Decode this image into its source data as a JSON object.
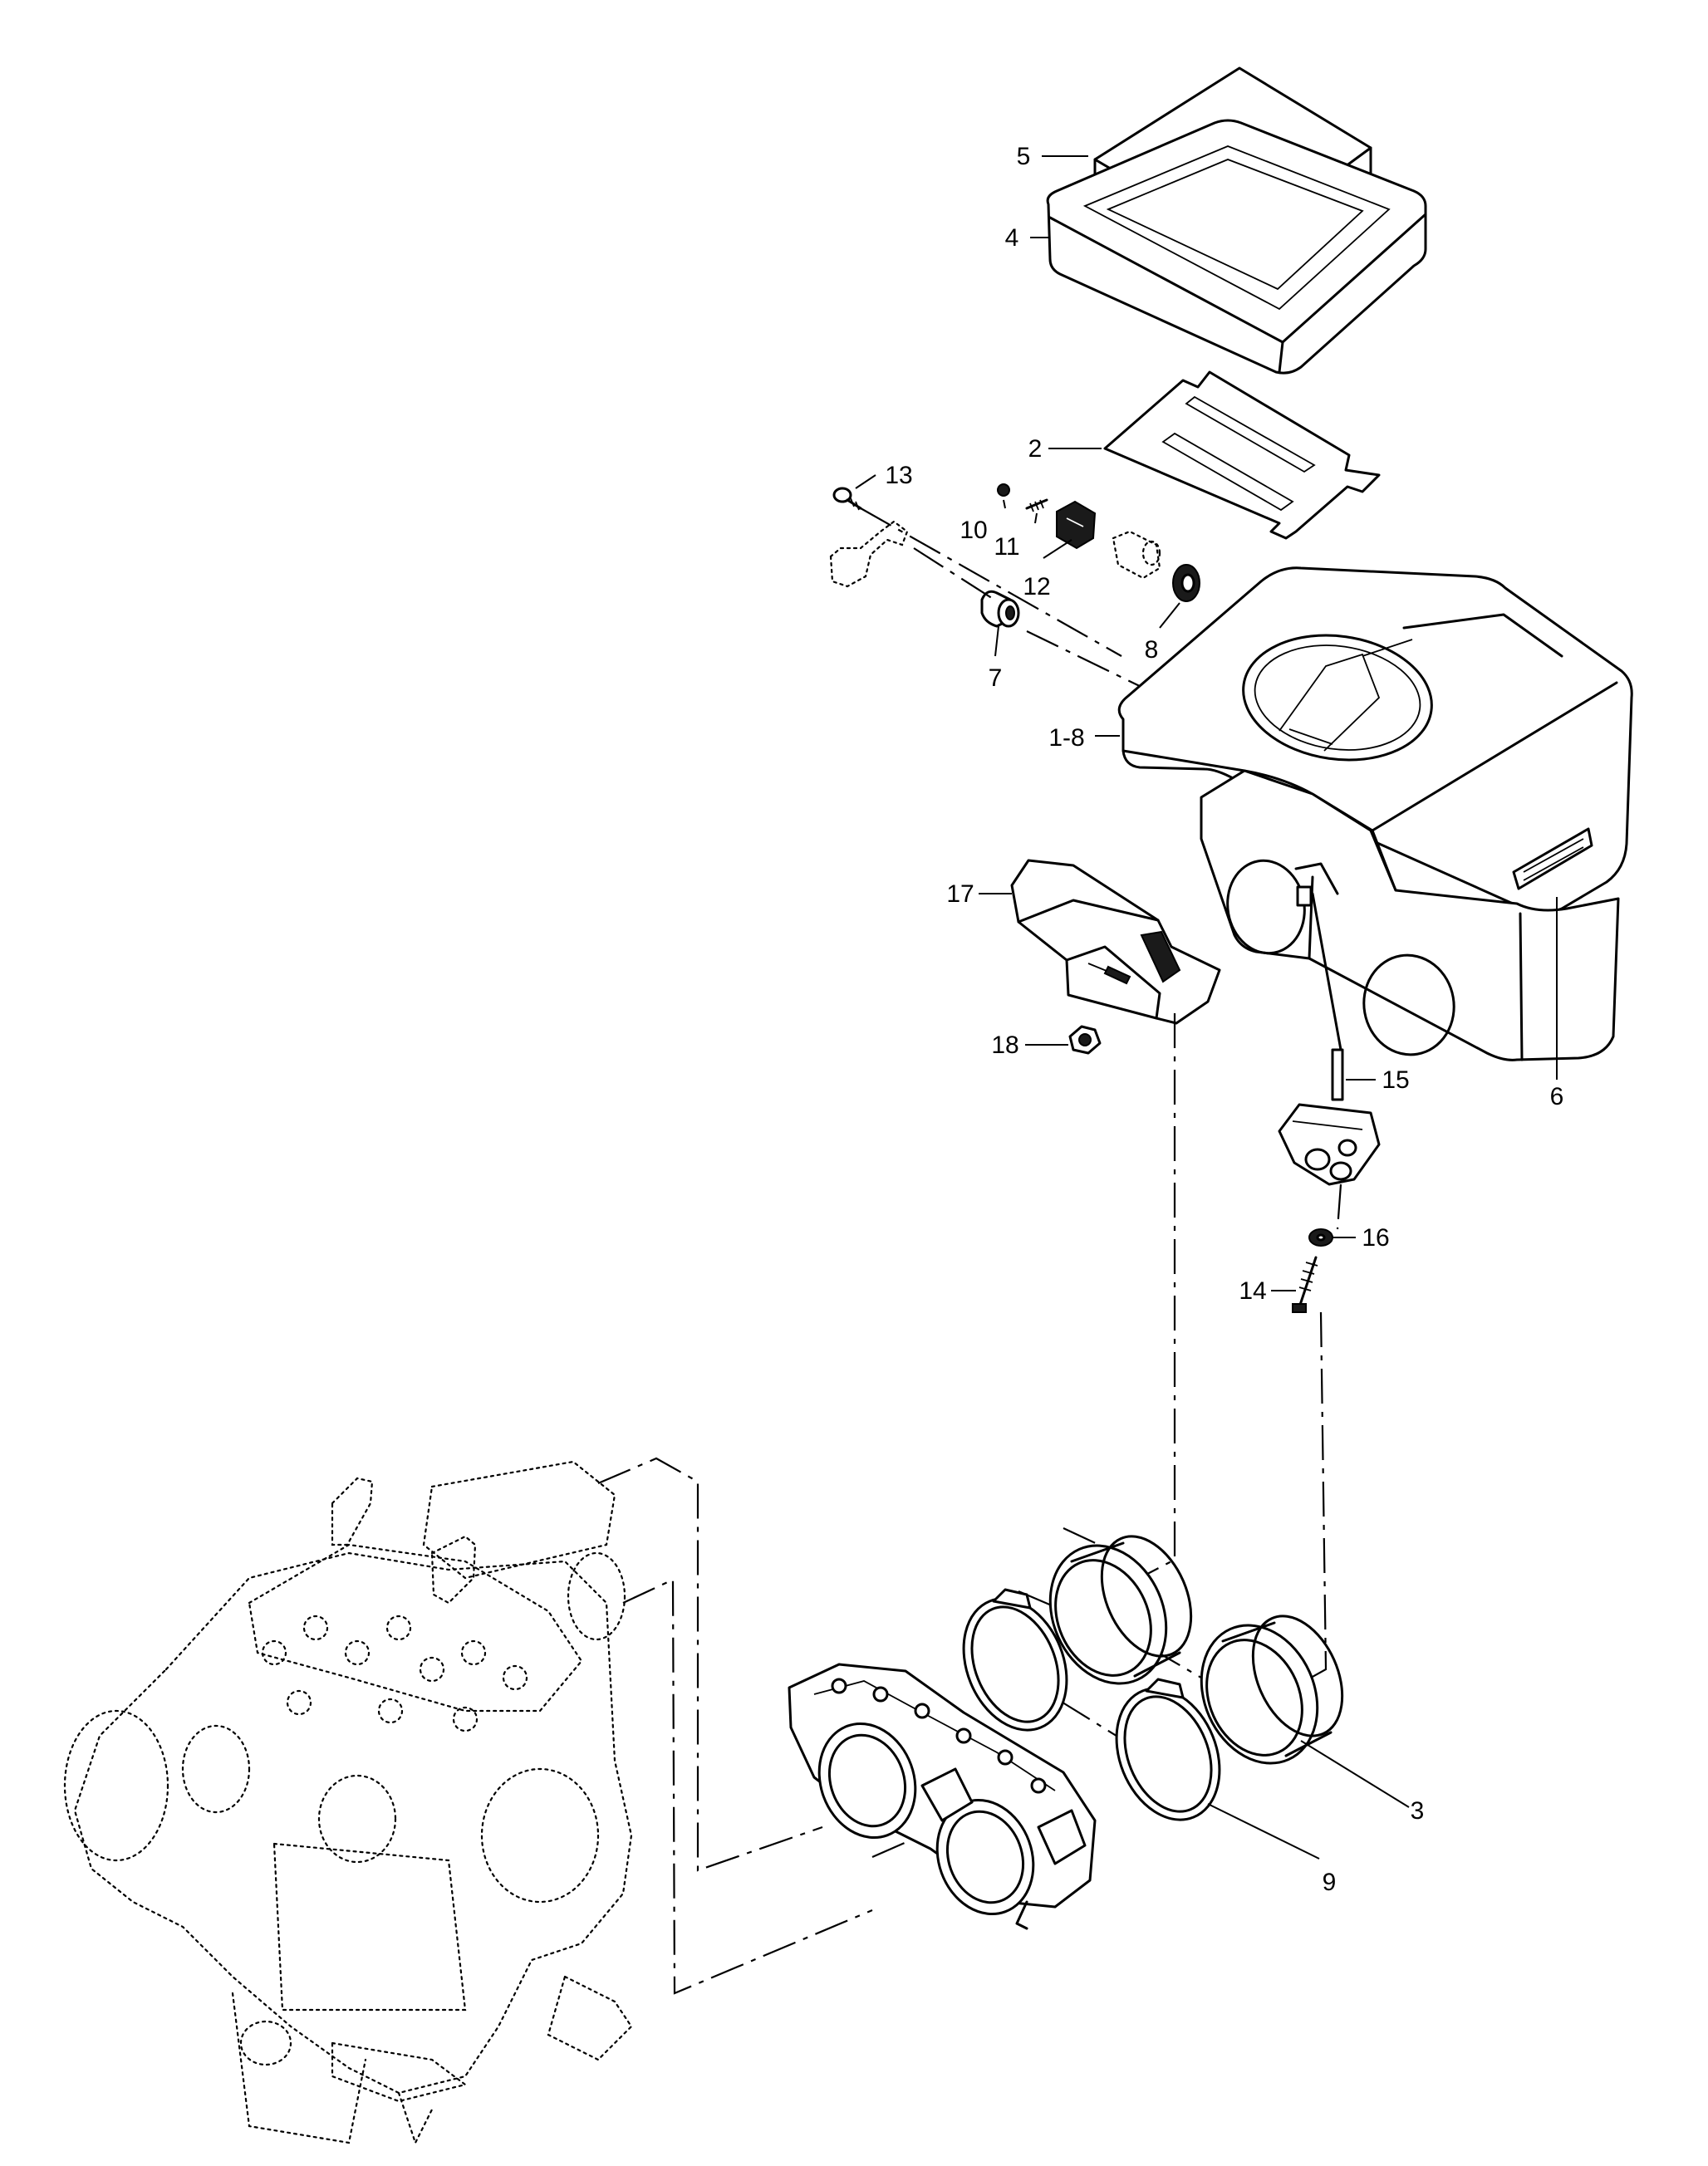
{
  "diagram": {
    "callouts": [
      {
        "id": "c5",
        "label": "5"
      },
      {
        "id": "c4",
        "label": "4"
      },
      {
        "id": "c2",
        "label": "2"
      },
      {
        "id": "c13",
        "label": "13"
      },
      {
        "id": "c10",
        "label": "10"
      },
      {
        "id": "c11",
        "label": "11"
      },
      {
        "id": "c12",
        "label": "12"
      },
      {
        "id": "c8",
        "label": "8"
      },
      {
        "id": "c7",
        "label": "7"
      },
      {
        "id": "c1_8",
        "label": "1-8"
      },
      {
        "id": "c17",
        "label": "17"
      },
      {
        "id": "c18",
        "label": "18"
      },
      {
        "id": "c15",
        "label": "15"
      },
      {
        "id": "c6",
        "label": "6"
      },
      {
        "id": "c16",
        "label": "16"
      },
      {
        "id": "c14",
        "label": "14"
      },
      {
        "id": "c3",
        "label": "3"
      },
      {
        "id": "c9",
        "label": "9"
      }
    ]
  }
}
